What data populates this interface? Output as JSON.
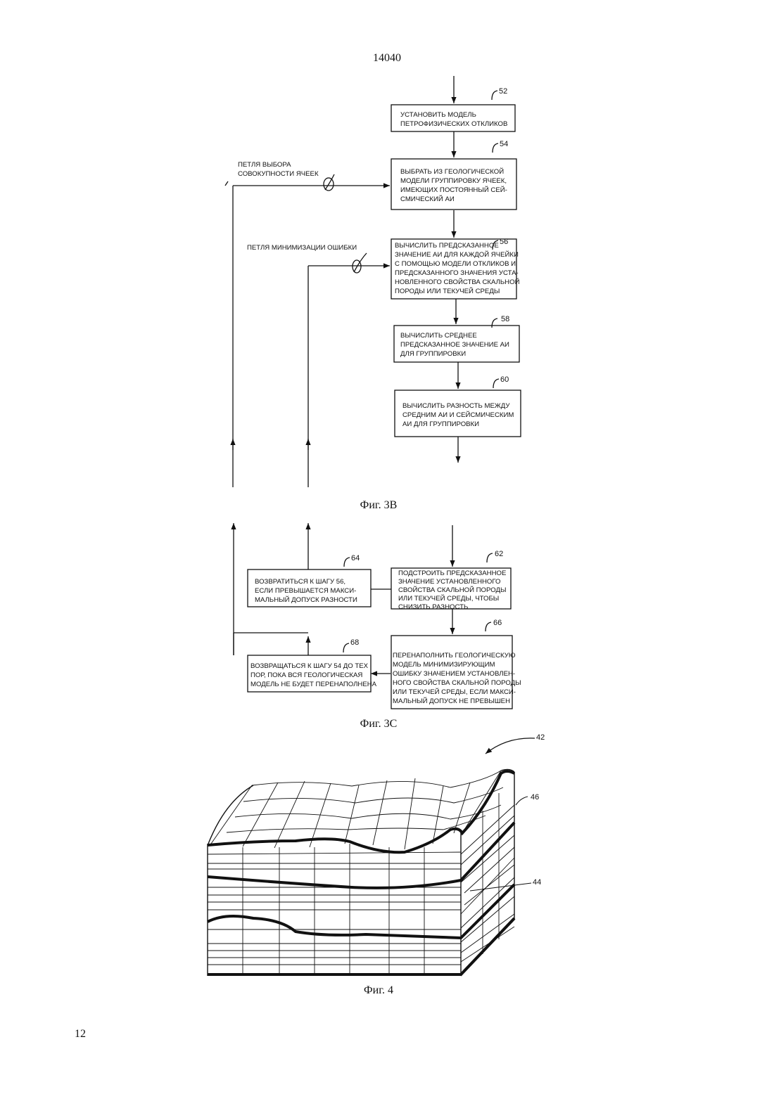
{
  "page": {
    "header": "14040",
    "page_number": "12"
  },
  "fig3b": {
    "caption": "Фиг. 3B",
    "boxes": [
      {
        "id": "52",
        "lines": [
          "УСТАНОВИТЬ МОДЕЛЬ",
          "ПЕТРОФИЗИЧЕСКИХ ОТКЛИКОВ"
        ]
      },
      {
        "id": "54",
        "lines": [
          "ВЫБРАТЬ ИЗ ГЕОЛОГИЧЕСКОЙ",
          "МОДЕЛИ ГРУППИРОВКУ ЯЧЕЕК,",
          "ИМЕЮЩИХ ПОСТОЯННЫЙ СЕЙ-",
          "СМИЧЕСКИЙ АИ"
        ]
      },
      {
        "id": "56",
        "lines": [
          "ВЫЧИСЛИТЬ ПРЕДСКАЗАННОЕ",
          "ЗНАЧЕНИЕ АИ ДЛЯ КАЖДОЙ ЯЧЕЙКИ",
          "С ПОМОЩЬЮ МОДЕЛИ ОТКЛИКОВ И",
          "ПРЕДСКАЗАННОГО ЗНАЧЕНИЯ УСТА-",
          "НОВЛЕННОГО СВОЙСТВА СКАЛЬНОЙ",
          "ПОРОДЫ ИЛИ ТЕКУЧЕЙ СРЕДЫ"
        ]
      },
      {
        "id": "58",
        "lines": [
          "ВЫЧИСЛИТЬ СРЕДНЕЕ",
          "ПРЕДСКАЗАННОЕ ЗНАЧЕНИЕ АИ",
          "ДЛЯ ГРУППИРОВКИ"
        ]
      },
      {
        "id": "60",
        "lines": [
          "ВЫЧИСЛИТЬ РАЗНОСТЬ МЕЖДУ",
          "СРЕДНИМ АИ И СЕЙСМИЧЕСКИМ",
          "АИ ДЛЯ ГРУППИРОВКИ"
        ]
      }
    ],
    "loop_select_lines": [
      "ПЕТЛЯ ВЫБОРА",
      "СОВОКУПНОСТИ ЯЧЕЕК"
    ],
    "loop_error": "ПЕТЛЯ МИНИМИЗАЦИИ ОШИБКИ"
  },
  "fig3c": {
    "caption": "Фиг. 3C",
    "boxes": [
      {
        "id": "62",
        "lines": [
          "ПОДСТРОИТЬ ПРЕДСКАЗАННОЕ",
          "ЗНАЧЕНИЕ УСТАНОВЛЕННОГО",
          "СВОЙСТВА СКАЛЬНОЙ ПОРОДЫ",
          "ИЛИ ТЕКУЧЕЙ СРЕДЫ, ЧТОБЫ",
          "СНИЗИТЬ РАЗНОСТЬ"
        ]
      },
      {
        "id": "64",
        "lines": [
          "ВОЗВРАТИТЬСЯ К ШАГУ 56,",
          "ЕСЛИ ПРЕВЫШАЕТСЯ МАКСИ-",
          "МАЛЬНЫЙ ДОПУСК РАЗНОСТИ"
        ]
      },
      {
        "id": "66",
        "lines": [
          "ПЕРЕНАПОЛНИТЬ ГЕОЛОГИЧЕСКУЮ",
          "МОДЕЛЬ МИНИМИЗИРУЮЩИМ",
          "ОШИБКУ ЗНАЧЕНИЕМ УСТАНОВЛЕН-",
          "НОГО СВОЙСТВА СКАЛЬНОЙ ПОРОДЫ",
          "ИЛИ ТЕКУЧЕЙ СРЕДЫ, ЕСЛИ МАКСИ-",
          "МАЛЬНЫЙ  ДОПУСК НЕ ПРЕВЫШЕН"
        ]
      },
      {
        "id": "68",
        "lines": [
          "ВОЗВРАЩАТЬСЯ К ШАГУ 54 ДО ТЕХ",
          "ПОР, ПОКА ВСЯ ГЕОЛОГИЧЕСКАЯ",
          "МОДЕЛЬ НЕ БУДЕТ ПЕРЕНАПОЛНЕНА"
        ]
      }
    ]
  },
  "fig4": {
    "caption": "Фиг. 4",
    "refs": {
      "model": "42",
      "layer": "44",
      "surface": "46"
    }
  }
}
